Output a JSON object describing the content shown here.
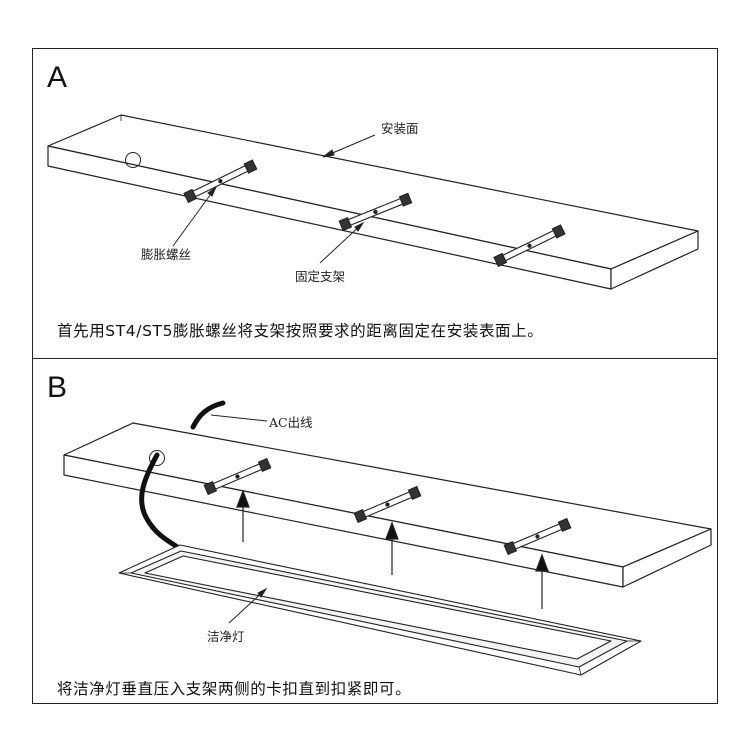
{
  "panel_a": {
    "letter": "A",
    "labels": {
      "surface": "安装面",
      "screw": "膨胀螺丝",
      "bracket": "固定支架"
    },
    "caption": "首先用ST4/ST5膨胀螺丝将支架按照要求的距离固定在安装表面上。"
  },
  "panel_b": {
    "letter": "B",
    "labels": {
      "cable": "AC出线",
      "lamp": "洁净灯"
    },
    "caption": "将洁净灯垂直压入支架两侧的卡扣直到扣紧即可。"
  }
}
